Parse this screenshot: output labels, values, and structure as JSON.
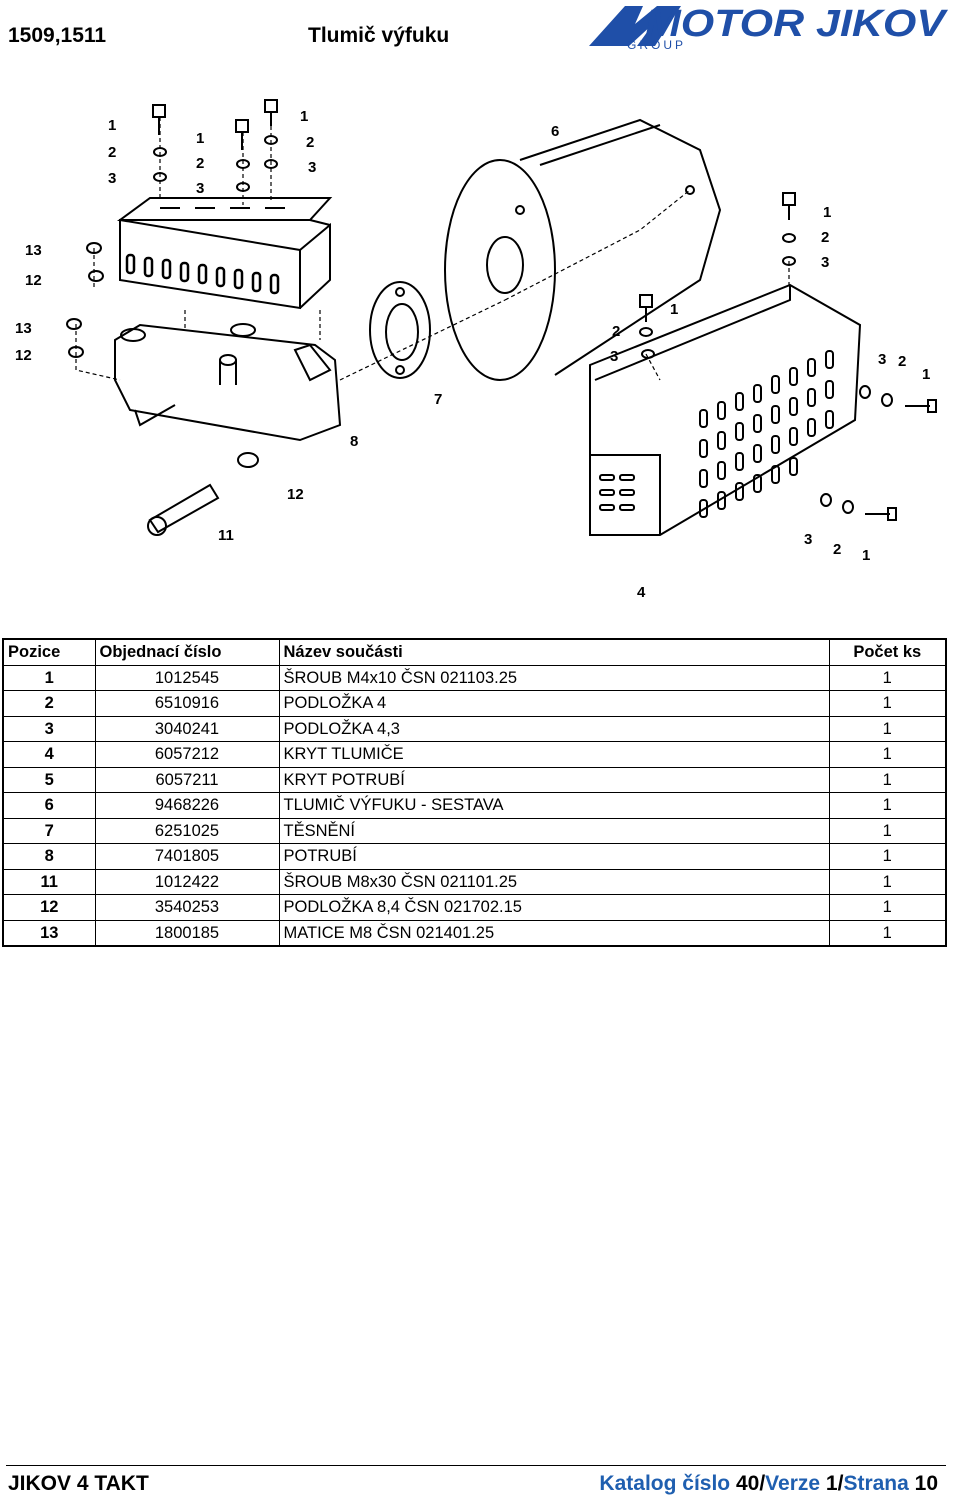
{
  "header": {
    "model": "1509,1511",
    "title": "Tlumič výfuku",
    "logo_text": "MOTOR JIKOV",
    "logo_sub": "GROUP",
    "brand_color": "#1f4fa8"
  },
  "diagram": {
    "callouts": {
      "c1a": "1",
      "c2a": "2",
      "c3a": "3",
      "c1b": "1",
      "c2b": "2",
      "c3b": "3",
      "c1c": "1",
      "c2c": "2",
      "c3c": "3",
      "c6": "6",
      "c13a": "13",
      "c12a": "12",
      "c13b": "13",
      "c12b": "12",
      "c1d": "1",
      "c2d": "2",
      "c3d": "3",
      "c1e": "1",
      "c2e": "2",
      "c3e": "3",
      "c7": "7",
      "c8": "8",
      "c12c": "12",
      "c11": "11",
      "c3f": "3",
      "c2f": "2",
      "c1f": "1",
      "c3g": "3",
      "c2g": "2",
      "c1g": "1",
      "c4": "4"
    }
  },
  "table": {
    "headers": {
      "pos": "Pozice",
      "order": "Objednací číslo",
      "name": "Název součásti",
      "count": "Počet ks"
    },
    "rows": [
      {
        "pos": "1",
        "order": "1012545",
        "name": "ŠROUB M4x10 ČSN 021103.25",
        "count": "1"
      },
      {
        "pos": "2",
        "order": "6510916",
        "name": "PODLOŽKA 4",
        "count": "1"
      },
      {
        "pos": "3",
        "order": "3040241",
        "name": "PODLOŽKA 4,3",
        "count": "1"
      },
      {
        "pos": "4",
        "order": "6057212",
        "name": "KRYT TLUMIČE",
        "count": "1"
      },
      {
        "pos": "5",
        "order": "6057211",
        "name": "KRYT POTRUBÍ",
        "count": "1"
      },
      {
        "pos": "6",
        "order": "9468226",
        "name": "TLUMIČ VÝFUKU - SESTAVA",
        "count": "1"
      },
      {
        "pos": "7",
        "order": "6251025",
        "name": "TĚSNĚNÍ",
        "count": "1"
      },
      {
        "pos": "8",
        "order": "7401805",
        "name": "POTRUBÍ",
        "count": "1"
      },
      {
        "pos": "11",
        "order": "1012422",
        "name": "ŠROUB M8x30 ČSN 021101.25",
        "count": "1"
      },
      {
        "pos": "12",
        "order": "3540253",
        "name": "PODLOŽKA 8,4  ČSN 021702.15",
        "count": "1"
      },
      {
        "pos": "13",
        "order": "1800185",
        "name": "MATICE M8 ČSN 021401.25",
        "count": "1"
      }
    ]
  },
  "footer": {
    "left": "JIKOV 4 TAKT",
    "catalog_label": "Katalog číslo",
    "catalog_value": "40",
    "version_label": "Verze",
    "version_value": "1",
    "page_label": "Strana",
    "page_value": "10"
  }
}
